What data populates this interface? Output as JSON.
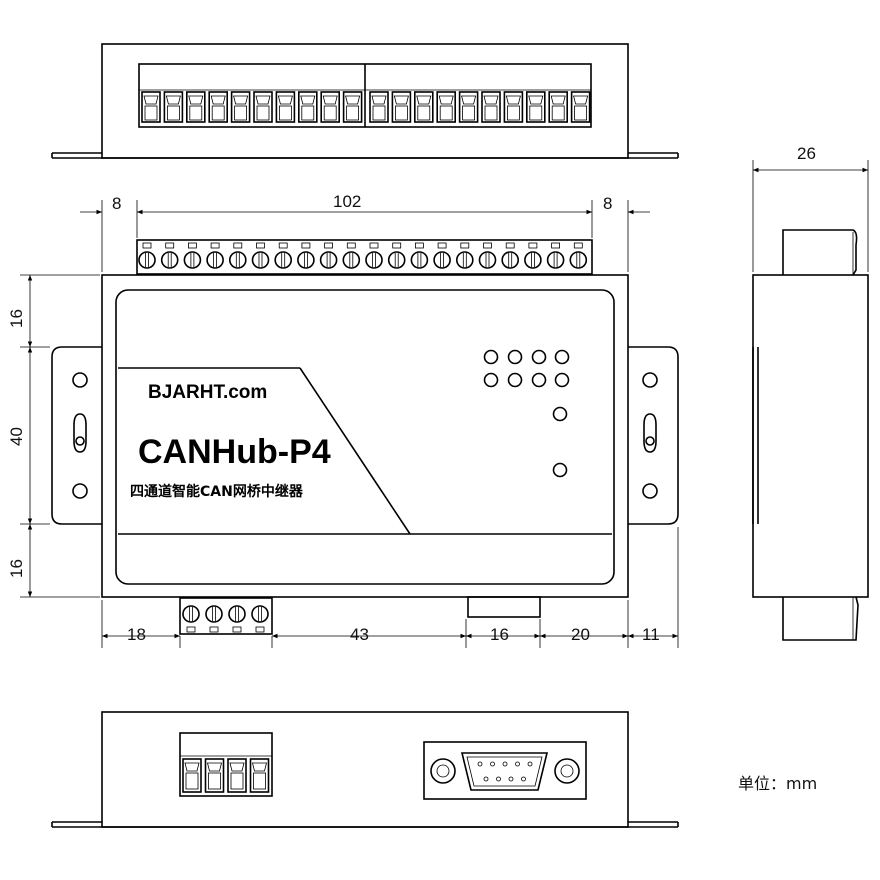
{
  "device": {
    "brand": "BJARHT.com",
    "model": "CANHub-P4",
    "description": "四通道智能CAN网桥中继器"
  },
  "dimensions": {
    "top_left_margin": "8",
    "top_terminal_width": "102",
    "top_right_margin": "8",
    "left_top": "16",
    "left_middle": "40",
    "left_bottom": "16",
    "bottom_1": "18",
    "bottom_2": "43",
    "bottom_3": "16",
    "bottom_4": "20",
    "bottom_5": "11",
    "side_depth": "26"
  },
  "unit_label": "单位：mm"
}
